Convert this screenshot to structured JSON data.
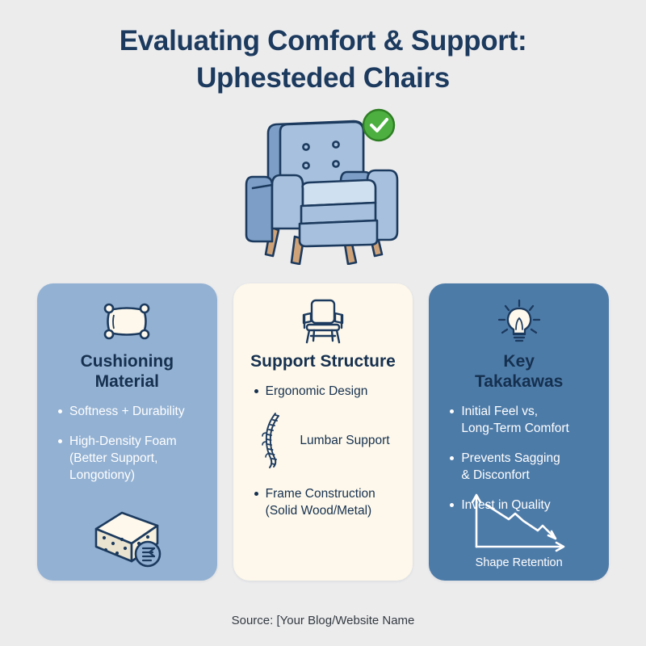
{
  "page": {
    "background_color": "#ececed",
    "title_color": "#1c3a5e"
  },
  "header": {
    "title_line1": "Evaluating Comfort & Support:",
    "title_line2": "Uphesteded Chairs"
  },
  "hero": {
    "icon": "upholstered-armchair",
    "badge_icon": "green-check-badge",
    "badge_color": "#4caf3f"
  },
  "cards": [
    {
      "id": "cushioning-material",
      "title": "Cushioning\nMaterial",
      "title_line1": "Cushioning",
      "title_line2": "Material",
      "background_color": "#93b1d3",
      "text_color": "#ffffff",
      "header_icon": "pillow-icon",
      "footer_icon": "foam-block-icon",
      "bullets": [
        "Softness + Durability",
        "High-Density Foam\n(Better Support,\nLongotiony)"
      ],
      "bullet_lines": [
        [
          "Softness + Durability"
        ],
        [
          "High-Density Foam",
          "(Better Support,",
          "Longotiony)"
        ]
      ]
    },
    {
      "id": "support-structure",
      "title": "Support Structure",
      "background_color": "#fdf8eb",
      "text_color": "#16304f",
      "header_icon": "chair-outline-icon",
      "mid_icon": "spine-icon",
      "mid_label": "Lumbar Support",
      "bullets": [
        "Ergonomic Design",
        "Frame Construction\n(Solid Wood/Metal)"
      ],
      "bullet_lines": [
        [
          "Ergonomic Design"
        ],
        [
          "Frame Construction",
          "(Solid Wood/Metal)"
        ]
      ]
    },
    {
      "id": "key-takeaways",
      "title_line1": "Key",
      "title_line2": "Takakawas",
      "background_color": "#4d7ba8",
      "text_color": "#ffffff",
      "header_icon": "lightbulb-icon",
      "footer_icon": "declining-chart-icon",
      "chart_caption": "Shape Retention",
      "bullets": [
        "Initial Feel vs,\nLong-Term Comfort",
        "Prevents Sagging\n& Disconfort",
        "Invest in Quality"
      ],
      "bullet_lines": [
        [
          "Initial Feel vs,",
          "Long-Term Comfort"
        ],
        [
          "Prevents Sagging",
          "& Disconfort"
        ],
        [
          "Invest in Quality"
        ]
      ]
    }
  ],
  "footer": {
    "source_text": "Source: [Your Blog/Website Name"
  }
}
